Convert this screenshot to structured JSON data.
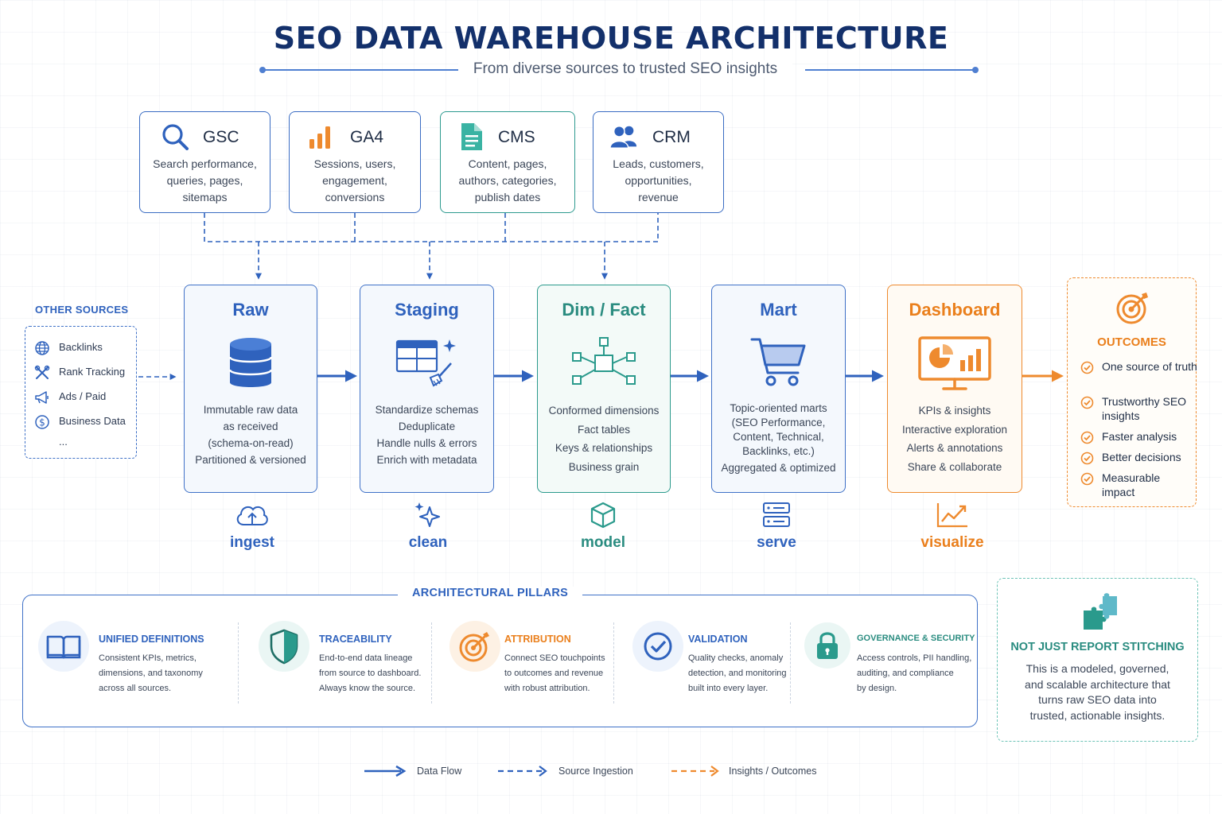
{
  "header": {
    "title": "SEO DATA WAREHOUSE ARCHITECTURE",
    "subtitle": "From diverse sources to trusted SEO insights"
  },
  "sources": [
    {
      "title": "GSC",
      "icon": "search-icon",
      "lines": [
        "Search performance,",
        "queries, pages,",
        "sitemaps"
      ]
    },
    {
      "title": "GA4",
      "icon": "bar-chart-icon",
      "lines": [
        "Sessions, users,",
        "engagement,",
        "conversions"
      ]
    },
    {
      "title": "CMS",
      "icon": "document-icon",
      "lines": [
        "Content, pages,",
        "authors, categories,",
        "publish dates"
      ]
    },
    {
      "title": "CRM",
      "icon": "users-icon",
      "lines": [
        "Leads, customers,",
        "opportunities,",
        "revenue"
      ]
    }
  ],
  "other_sources": {
    "label": "OTHER SOURCES",
    "items": [
      {
        "label": "Backlinks",
        "icon": "globe-icon"
      },
      {
        "label": "Rank Tracking",
        "icon": "tools-icon"
      },
      {
        "label": "Ads / Paid",
        "icon": "megaphone-icon"
      },
      {
        "label": "Business Data",
        "icon": "dollar-icon"
      },
      {
        "label": "..."
      }
    ]
  },
  "stages": [
    {
      "title": "Raw",
      "icon": "database-icon",
      "lines": [
        "Immutable raw data",
        "as received",
        "(schema-on-read)",
        "Partitioned & versioned"
      ],
      "verb": "ingest",
      "verb_icon": "cloud-upload-icon"
    },
    {
      "title": "Staging",
      "icon": "table-clean-icon",
      "lines": [
        "Standardize schemas",
        "Deduplicate",
        "Handle nulls & errors",
        "Enrich with metadata"
      ],
      "verb": "clean",
      "verb_icon": "sparkle-icon"
    },
    {
      "title": "Dim / Fact",
      "icon": "network-icon",
      "lines": [
        "Conformed dimensions",
        "Fact tables",
        "Keys & relationships",
        "Business grain"
      ],
      "verb": "model",
      "verb_icon": "cube-icon"
    },
    {
      "title": "Mart",
      "icon": "cart-icon",
      "lines": [
        "Topic-oriented marts",
        "(SEO Performance,",
        "Content, Technical,",
        "Backlinks, etc.)",
        "Aggregated & optimized"
      ],
      "verb": "serve",
      "verb_icon": "server-icon"
    },
    {
      "title": "Dashboard",
      "icon": "monitor-chart-icon",
      "lines": [
        "KPIs & insights",
        "Interactive exploration",
        "Alerts & annotations",
        "Share & collaborate"
      ],
      "verb": "visualize",
      "verb_icon": "line-chart-icon"
    }
  ],
  "outcomes": {
    "title": "OUTCOMES",
    "icon": "target-icon",
    "items": [
      "One source of truth",
      "Trustworthy SEO insights",
      "Faster analysis",
      "Better decisions",
      "Measurable impact"
    ]
  },
  "pillars": {
    "title": "ARCHITECTURAL PILLARS",
    "items": [
      {
        "title": "UNIFIED DEFINITIONS",
        "icon": "book-icon",
        "lines": [
          "Consistent KPIs, metrics,",
          "dimensions, and taxonomy",
          "across all sources."
        ]
      },
      {
        "title": "TRACEABILITY",
        "icon": "shield-icon",
        "lines": [
          "End-to-end data lineage",
          "from source to dashboard.",
          "Always know the source."
        ]
      },
      {
        "title": "ATTRIBUTION",
        "icon": "target-icon",
        "lines": [
          "Connect SEO touchpoints",
          "to outcomes and revenue",
          "with robust attribution."
        ]
      },
      {
        "title": "VALIDATION",
        "icon": "check-circle-icon",
        "lines": [
          "Quality checks, anomaly",
          "detection, and monitoring",
          "built into every layer."
        ]
      },
      {
        "title": "GOVERNANCE & SECURITY",
        "icon": "lock-icon",
        "lines": [
          "Access controls, PII handling,",
          "auditing, and compliance",
          "by design."
        ]
      }
    ]
  },
  "not_just": {
    "title": "NOT JUST REPORT STITCHING",
    "icon": "puzzle-icon",
    "lines": [
      "This is a modeled, governed,",
      "and scalable architecture that",
      "turns raw SEO data into",
      "trusted, actionable insights."
    ]
  },
  "legend": [
    {
      "label": "Data Flow",
      "style": "solid",
      "color": "#2f62bd"
    },
    {
      "label": "Source Ingestion",
      "style": "dashed",
      "color": "#2f62bd"
    },
    {
      "label": "Insights / Outcomes",
      "style": "dashed",
      "color": "#ee8a2e"
    }
  ],
  "colors": {
    "blue": "#2f62bd",
    "teal": "#2a8c80",
    "orange": "#ea7f1c",
    "navy": "#13306b"
  }
}
